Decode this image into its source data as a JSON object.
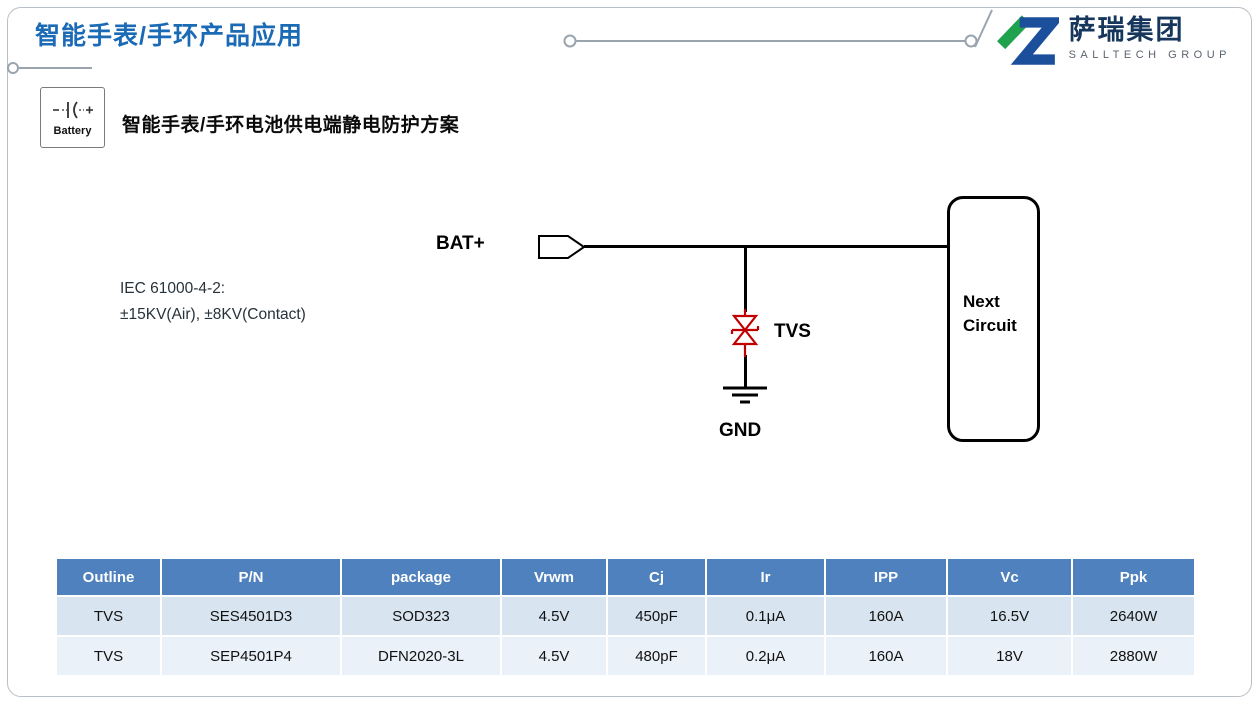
{
  "header": {
    "title": "智能手表/手环产品应用",
    "logo_cn": "萨瑞集团",
    "logo_en": "SALLTECH GROUP"
  },
  "battery_badge": {
    "label": "Battery"
  },
  "section": {
    "heading": "智能手表/手环电池供电端静电防护方案"
  },
  "circuit": {
    "iec_line1": "IEC 61000-4-2:",
    "iec_line2": "±15KV(Air), ±8KV(Contact)",
    "bat_label": "BAT+",
    "tvs_label": "TVS",
    "gnd_label": "GND",
    "next_line1": "Next",
    "next_line2": "Circuit"
  },
  "table": {
    "headers": [
      "Outline",
      "P/N",
      "package",
      "Vrwm",
      "Cj",
      "Ir",
      "IPP",
      "Vc",
      "Ppk"
    ],
    "rows": [
      [
        "TVS",
        "SES4501D3",
        "SOD323",
        "4.5V",
        "450pF",
        "0.1μA",
        "160A",
        "16.5V",
        "2640W"
      ],
      [
        "TVS",
        "SEP4501P4",
        "DFN2020-3L",
        "4.5V",
        "480pF",
        "0.2μA",
        "160A",
        "18V",
        "2880W"
      ]
    ]
  },
  "colors": {
    "title_blue": "#1b6ab5",
    "table_header_blue": "#4e81bd",
    "row_band_dark": "#d8e5f1",
    "row_band_light": "#eaf1f8",
    "tvs_red": "#c00000",
    "logo_green": "#1fa14e",
    "logo_blue": "#1b4f9c"
  }
}
